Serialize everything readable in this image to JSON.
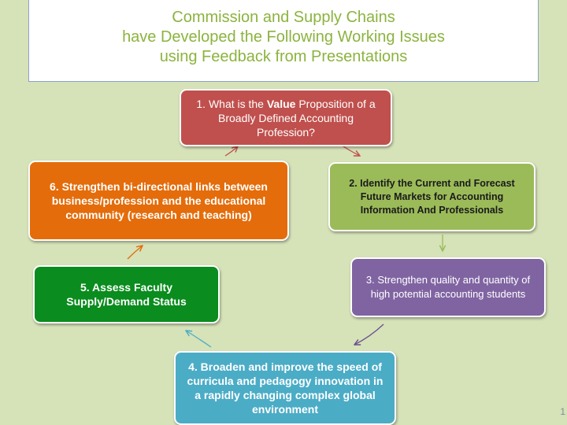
{
  "title": {
    "lines": [
      "Commission and Supply Chains",
      "have Developed the Following Working Issues",
      "using Feedback from Presentations"
    ]
  },
  "cycle": {
    "item1": {
      "before": "1.  What is the ",
      "emphasis": "Value",
      "after": " Proposition of a Broadly Defined Accounting Profession?"
    },
    "item2": "2. Identify the Current and Forecast Future Markets for Accounting Information And Professionals",
    "item3": "3.  Strengthen quality and quantity of high potential accounting students",
    "item4": "4.  Broaden and improve the speed of curricula and pedagogy innovation in a rapidly changing complex global environment",
    "item5": "5.  Assess Faculty Supply/Demand Status",
    "item6": "6.  Strengthen bi-directional links between business/profession and the educational community (research and teaching)"
  },
  "colors": {
    "background": "#d6e2b8",
    "title": "#8cb33f",
    "item1": "#c0504d",
    "item2": "#9bbb59",
    "item3": "#8064a2",
    "item4": "#4bacc6",
    "item5": "#0a8c1e",
    "item6": "#e46c0a"
  },
  "page_number": "1"
}
